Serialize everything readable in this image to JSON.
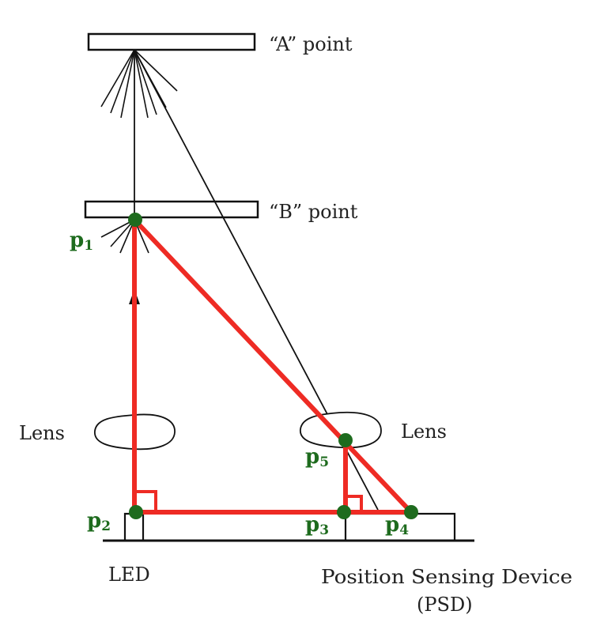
{
  "labels": {
    "point_a": "“A” point",
    "point_b": "“B” point",
    "lens_left": "Lens",
    "lens_right": "Lens",
    "led": "LED",
    "psd_line1": "Position Sensing Device",
    "psd_line2": "(PSD)"
  },
  "points": [
    {
      "letter": "p",
      "index": "1"
    },
    {
      "letter": "p",
      "index": "2"
    },
    {
      "letter": "p",
      "index": "3"
    },
    {
      "letter": "p",
      "index": "4"
    },
    {
      "letter": "p",
      "index": "5"
    }
  ],
  "colors": {
    "triangle": "#ee2b24",
    "point": "#1e6b1e",
    "point_label": "#1e6b1e",
    "line": "#111111"
  }
}
